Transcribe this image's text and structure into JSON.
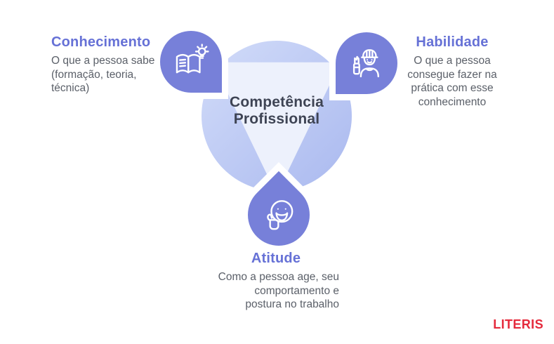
{
  "center": {
    "title_line1": "Competência",
    "title_line2": "Profissional"
  },
  "knowledge": {
    "heading": "Conhecimento",
    "body_lines": [
      "O que a pessoa sabe",
      "(formação, teoria,",
      "técnica)"
    ],
    "icon": "book-lightbulb-icon"
  },
  "skill": {
    "heading": "Habilidade",
    "body_lines": [
      "O que a pessoa",
      "consegue fazer na",
      "prática com esse",
      "conhecimento"
    ],
    "icon": "worker-icon"
  },
  "attitude": {
    "heading": "Atitude",
    "body_lines": [
      "Como a pessoa age, seu",
      "comportamento e",
      "postura no trabalho"
    ],
    "icon": "smiley-thumbs-up-icon"
  },
  "branding": {
    "logo_text": "LITERIS"
  },
  "colors": {
    "node_purple": "#7780d9",
    "heading_purple": "#6671d6",
    "title_dark": "#3e4454",
    "body_gray": "#5b6069",
    "circle_gradient_light": "#d2dcf9",
    "circle_gradient_dark": "#aab9ef",
    "triangle_fill": "#edf1fc",
    "icon_stroke": "#ffffff",
    "logo_red": "#e52a3c"
  }
}
